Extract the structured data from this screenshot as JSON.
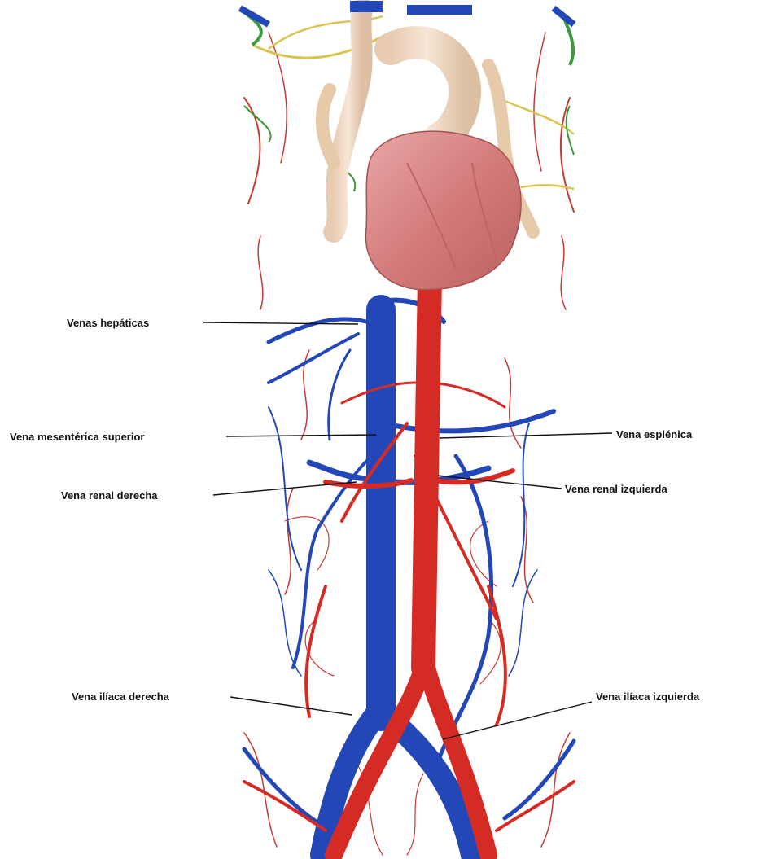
{
  "labels": {
    "hepatic_veins": "Venas hepáticas",
    "superior_mesenteric_vein": "Vena mesentérica superior",
    "splenic_vein": "Vena esplénica",
    "right_renal_vein": "Vena renal derecha",
    "left_renal_vein": "Vena renal izquierda",
    "right_iliac_vein": "Vena ilíaca derecha",
    "left_iliac_vein": "Vena ilíaca izquierda"
  },
  "colors": {
    "vein": "#2447b8",
    "artery": "#d42c24",
    "heart": "#d98888",
    "aorta_arch": "#f2d9c3",
    "nerve_yellow": "#d8c451",
    "nerve_green": "#3c9a3c"
  }
}
